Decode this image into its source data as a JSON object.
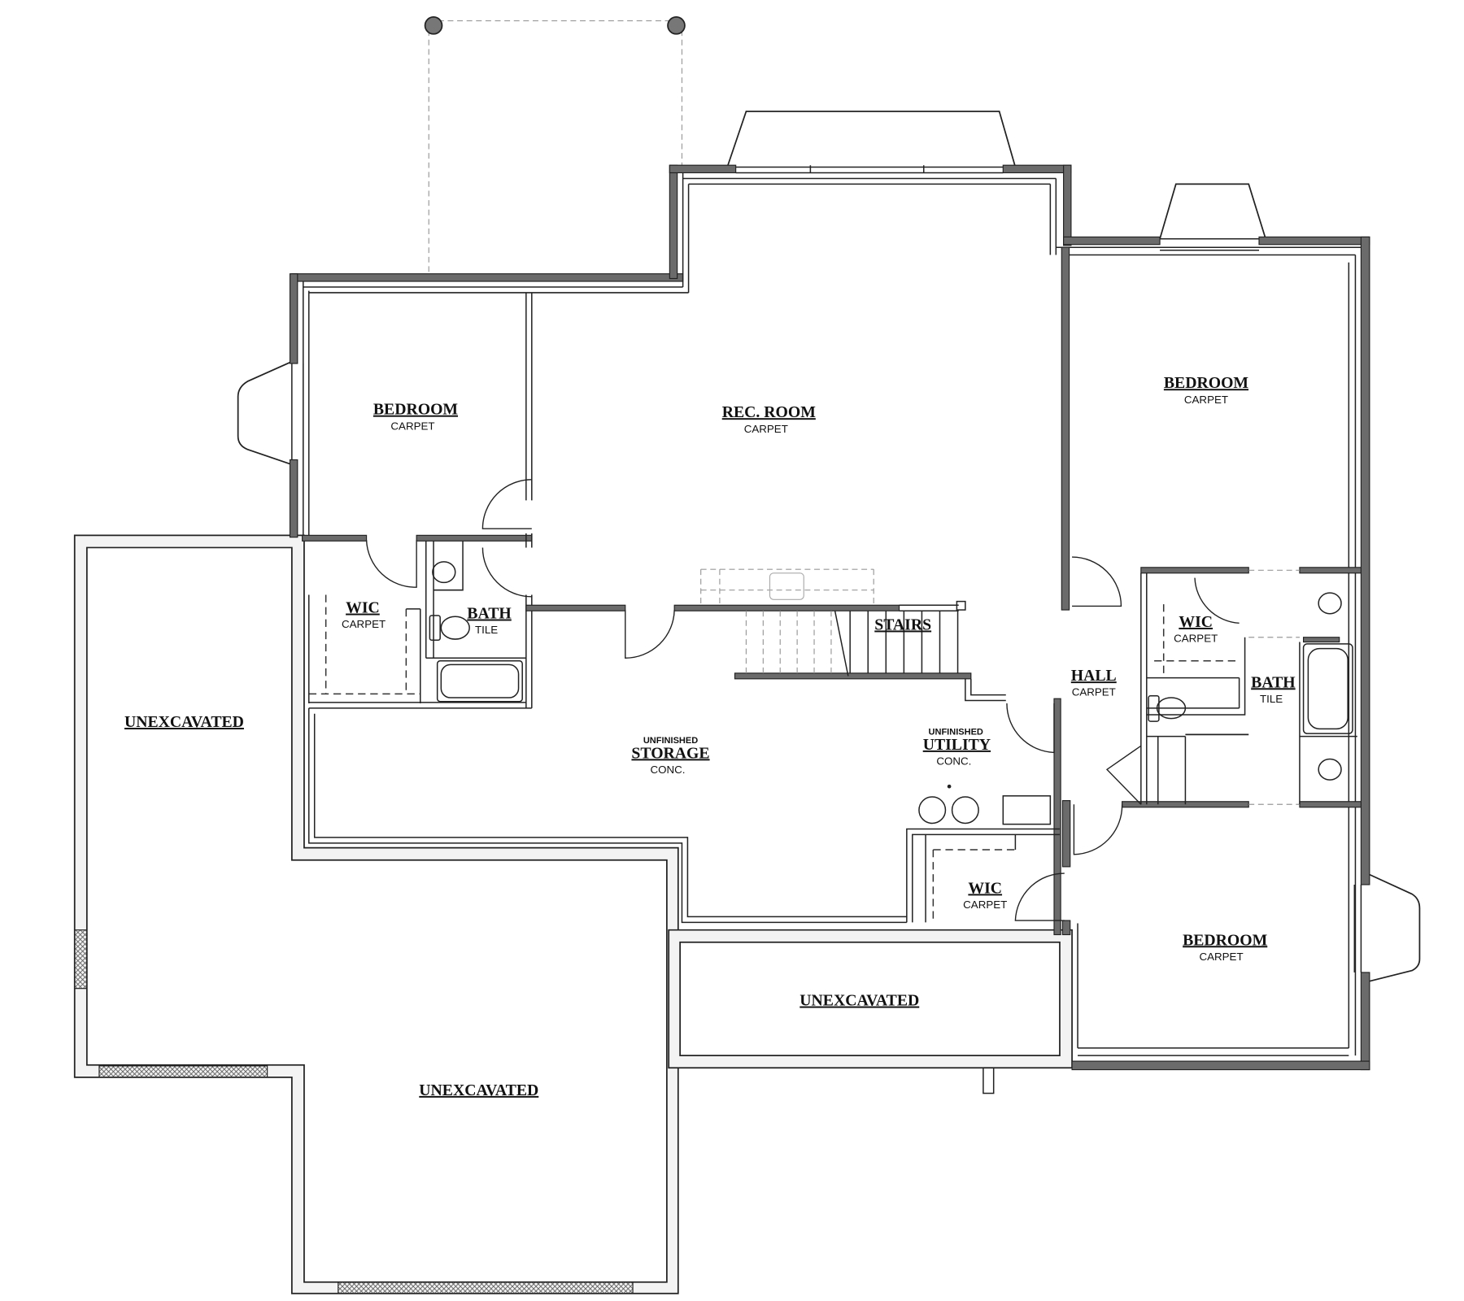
{
  "plan": {
    "rooms": [
      {
        "name": "BEDROOM",
        "floor": "CARPET"
      },
      {
        "name": "REC. ROOM",
        "floor": "CARPET"
      },
      {
        "name": "BEDROOM",
        "floor": "CARPET"
      },
      {
        "name": "WIC",
        "floor": "CARPET"
      },
      {
        "name": "BATH",
        "floor": "TILE"
      },
      {
        "name": "STAIRS"
      },
      {
        "name": "UNEXCAVATED"
      },
      {
        "prefix": "UNFINISHED",
        "name": "STORAGE",
        "floor": "CONC."
      },
      {
        "prefix": "UNFINISHED",
        "name": "UTILITY",
        "floor": "CONC."
      },
      {
        "name": "HALL",
        "floor": "CARPET"
      },
      {
        "name": "WIC",
        "floor": "CARPET"
      },
      {
        "name": "BATH",
        "floor": "TILE"
      },
      {
        "name": "WIC",
        "floor": "CARPET"
      },
      {
        "name": "BEDROOM",
        "floor": "CARPET"
      },
      {
        "name": "UNEXCAVATED"
      },
      {
        "name": "UNEXCAVATED"
      }
    ],
    "colors": {
      "wall": "#6b6b6b",
      "line": "#222222",
      "background": "#ffffff"
    }
  }
}
